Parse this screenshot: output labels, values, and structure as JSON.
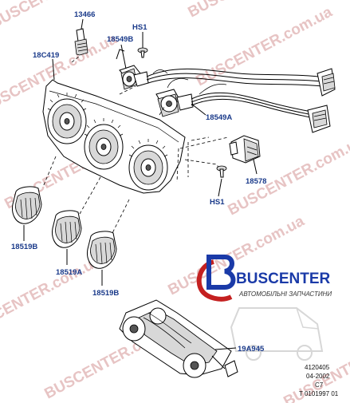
{
  "watermark": {
    "items": [
      "BUSCENTER",
      "BUSCENTER.com.ua",
      "BUSCENTER.com.ua",
      "BUSCENTER.com.ua",
      "BUSCENTER.com.ua",
      "BUSCENTER.com.ua",
      "BUSCENTER.com.ua",
      "BUSCENTER.com.ua",
      "BUSCENTER.com.ua",
      "BUSCENTER"
    ],
    "color": "#e7c4c4"
  },
  "logo": {
    "name": "BUSCENTER",
    "tagline": "АВТОМОБІЛЬНІ ЗАПЧАСТИНИ",
    "primary_color": "#1a3aa8",
    "accent_color": "#c42020"
  },
  "parts": {
    "bulb": "13466",
    "screw_top": "HS1",
    "socket_top": "18549B",
    "panel": "18C419",
    "socket_bottom": "18549A",
    "switch": "18578",
    "screw_bottom": "HS1",
    "knob_left": "18519B",
    "knob_middle": "18519A",
    "knob_right": "18519B",
    "cable_assembly": "19A945"
  },
  "reference": {
    "line1": "4120405",
    "line2": "04-2002",
    "line3": "C7",
    "line4": "T 0101997 01"
  },
  "label_color": "#1a3a8a"
}
